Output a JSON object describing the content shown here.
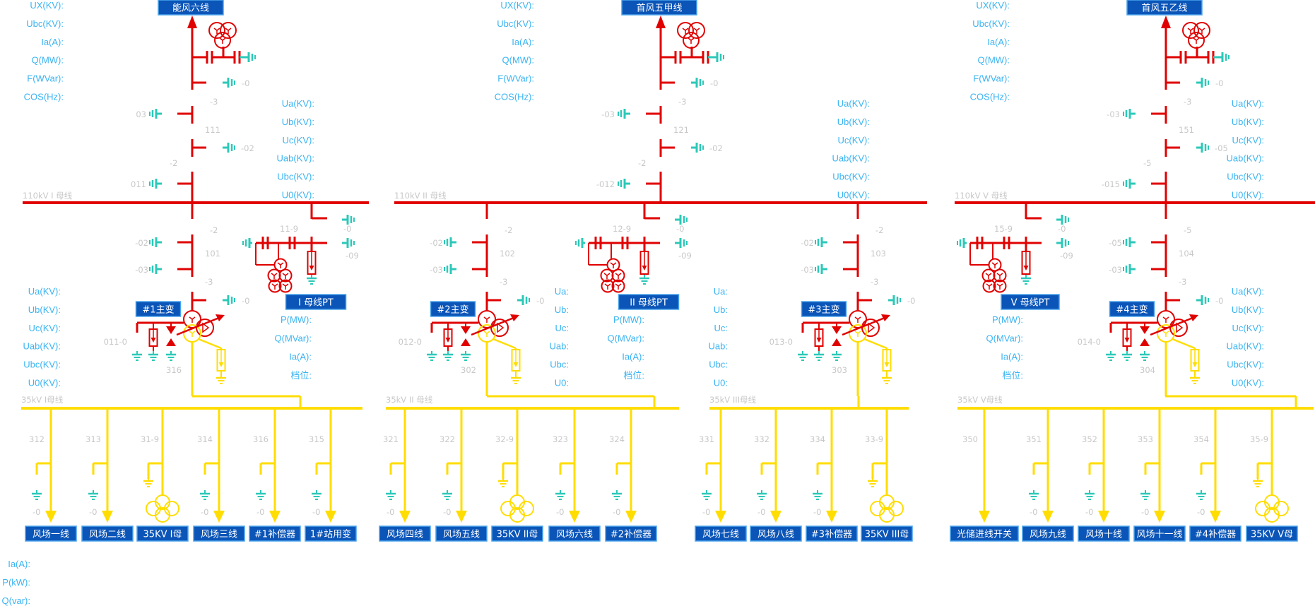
{
  "colors": {
    "hv": "#e00000",
    "lv": "#ffdd00",
    "ground": "#2cc8b8",
    "measure_text": "#3ab4f2",
    "device_text": "#c8c8c8",
    "label_box": "#0b55b8",
    "label_box_border": "#4aa3ea"
  },
  "feeders": [
    {
      "title": "能风六线",
      "measure_labels": [
        "UX(KV):",
        "Ubc(KV):",
        "Ia(A):",
        "Q(MW):",
        "F(WVar):",
        "COS(Hz):"
      ],
      "top_ground": "-0",
      "upper_iso": "-3",
      "line_ground": "03",
      "breaker": "111",
      "breaker_ground": "-02",
      "bus_iso": "-2",
      "bus_ground": "011"
    },
    {
      "title": "首风五甲线",
      "measure_labels": [
        "UX(KV):",
        "Ubc(KV):",
        "Ia(A):",
        "Q(MW):",
        "F(WVar):",
        "COS(Hz):"
      ],
      "top_ground": "-0",
      "upper_iso": "-3",
      "line_ground": "-03",
      "breaker": "121",
      "breaker_ground": "-02",
      "bus_iso": "-2",
      "bus_ground": "-012"
    },
    {
      "title": "首风五乙线",
      "measure_labels": [
        "UX(KV):",
        "Ubc(KV):",
        "Ia(A):",
        "Q(MW):",
        "F(WVar):",
        "COS(Hz):"
      ],
      "top_ground": "-0",
      "upper_iso": "-3",
      "line_ground": "-03",
      "breaker": "151",
      "breaker_ground": "-05",
      "bus_iso": "-5",
      "bus_ground": "-015"
    }
  ],
  "bus_110": [
    {
      "label": "110kV I 母线",
      "measure_labels": [
        "Ua(KV):",
        "Ub(KV):",
        "Uc(KV):",
        "Uab(KV):",
        "Ubc(KV):",
        "U0(KV):"
      ]
    },
    {
      "label": "110kV II 母线",
      "measure_labels": [
        "Ua(KV):",
        "Ub(KV):",
        "Uc(KV):",
        "Uab(KV):",
        "Ubc(KV):",
        "U0(KV):"
      ]
    },
    {
      "label": "110kV V 母线",
      "measure_labels": [
        "Ua(KV):",
        "Ub(KV):",
        "Uc(KV):",
        "Uab(KV):",
        "Ubc(KV):",
        "U0(KV):"
      ]
    }
  ],
  "pts": [
    {
      "title": "I 母线PT",
      "iso": "11-9",
      "iso_ground": "-0",
      "pt_ground": "-09",
      "measure_labels": [
        "P(MW):",
        "Q(MVar):",
        "Ia(A):",
        "档位:"
      ]
    },
    {
      "title": "II 母线PT",
      "iso": "12-9",
      "iso_ground": "-0",
      "pt_ground": "-09",
      "measure_labels": [
        "P(MW):",
        "Q(MVar):",
        "Ia(A):",
        "档位:"
      ]
    },
    {
      "title": "V 母线PT",
      "iso": "15-9",
      "iso_ground": "-0",
      "pt_ground": "-09",
      "measure_labels": [
        "P(MW):",
        "Q(MVar):",
        "Ia(A):",
        "档位:"
      ]
    }
  ],
  "transformers": [
    {
      "title": "#1主变",
      "bus_iso": "-2",
      "bus_ground": "-02",
      "breaker": "101",
      "breaker_ground": "-03",
      "tx_iso": "-3",
      "tx_ground": "-0",
      "neutral": "011-0",
      "lv_breaker": "316",
      "measure_labels": [
        "Ua(KV):",
        "Ub(KV):",
        "Uc(KV):",
        "Uab(KV):",
        "Ubc(KV):",
        "U0(KV):"
      ]
    },
    {
      "title": "#2主变",
      "bus_iso": "-2",
      "bus_ground": "-02",
      "breaker": "102",
      "breaker_ground": "-03",
      "tx_iso": "-3",
      "tx_ground": "-0",
      "neutral": "012-0",
      "lv_breaker": "302",
      "measure_labels": [
        "Ua:",
        "Ub:",
        "Uc:",
        "Uab:",
        "Ubc:",
        "U0:"
      ]
    },
    {
      "title": "#3主变",
      "bus_iso": "-2",
      "bus_ground": "-02",
      "breaker": "103",
      "breaker_ground": "-03",
      "tx_iso": "-3",
      "tx_ground": "-0",
      "neutral": "013-0",
      "lv_breaker": "303",
      "measure_labels": [
        "Ua:",
        "Ub:",
        "Uc:",
        "Uab:",
        "Ubc:",
        "U0:"
      ]
    },
    {
      "title": "#4主变",
      "bus_iso": "-5",
      "bus_ground": "-05",
      "breaker": "104",
      "breaker_ground": "-03",
      "tx_iso": "-3",
      "tx_ground": "-0",
      "neutral": "014-0",
      "lv_breaker": "304",
      "measure_labels": [
        "Ua(KV):",
        "Ub(KV):",
        "Uc(KV):",
        "Uab(KV):",
        "Ubc(KV):",
        "U0(KV):"
      ]
    }
  ],
  "bus_35": [
    {
      "label": "35kV I母线",
      "branches": [
        {
          "number": "312",
          "ground": "-0",
          "name": "风场一线",
          "type": "line"
        },
        {
          "number": "313",
          "ground": "-0",
          "name": "风场二线",
          "type": "line"
        },
        {
          "number": "31-9",
          "ground": "",
          "name": "35KV I母",
          "type": "pt"
        },
        {
          "number": "314",
          "ground": "-0",
          "name": "风场三线",
          "type": "line"
        },
        {
          "number": "316",
          "ground": "-0",
          "name": "#1补偿器",
          "type": "line"
        },
        {
          "number": "315",
          "ground": "-0",
          "name": "1#站用变",
          "type": "line"
        }
      ]
    },
    {
      "label": "35kV II 母线",
      "branches": [
        {
          "number": "321",
          "ground": "-0",
          "name": "风场四线",
          "type": "line"
        },
        {
          "number": "322",
          "ground": "-0",
          "name": "风场五线",
          "type": "line"
        },
        {
          "number": "32-9",
          "ground": "",
          "name": "35KV II母",
          "type": "pt"
        },
        {
          "number": "323",
          "ground": "-0",
          "name": "风场六线",
          "type": "line"
        },
        {
          "number": "324",
          "ground": "-0",
          "name": "#2补偿器",
          "type": "line"
        }
      ]
    },
    {
      "label": "35kV III母线",
      "branches": [
        {
          "number": "331",
          "ground": "-0",
          "name": "风场七线",
          "type": "line"
        },
        {
          "number": "332",
          "ground": "-0",
          "name": "风场八线",
          "type": "line"
        },
        {
          "number": "334",
          "ground": "-0",
          "name": "#3补偿器",
          "type": "line"
        },
        {
          "number": "33-9",
          "ground": "",
          "name": "35KV III母",
          "type": "pt"
        }
      ]
    },
    {
      "label": "35kV V母线",
      "branches": [
        {
          "number": "350",
          "ground": "",
          "name": "光储进线开关",
          "type": "plain"
        },
        {
          "number": "351",
          "ground": "-0",
          "name": "风场九线",
          "type": "line"
        },
        {
          "number": "352",
          "ground": "-0",
          "name": "风场十线",
          "type": "line"
        },
        {
          "number": "353",
          "ground": "-0",
          "name": "风场十一线",
          "type": "line"
        },
        {
          "number": "354",
          "ground": "-0",
          "name": "#4补偿器",
          "type": "line"
        },
        {
          "number": "35-9",
          "ground": "",
          "name": "35KV V母",
          "type": "pt"
        }
      ]
    }
  ],
  "footer": {
    "measure_labels": [
      "Ia(A):",
      "P(kW):",
      "Q(var):"
    ]
  }
}
